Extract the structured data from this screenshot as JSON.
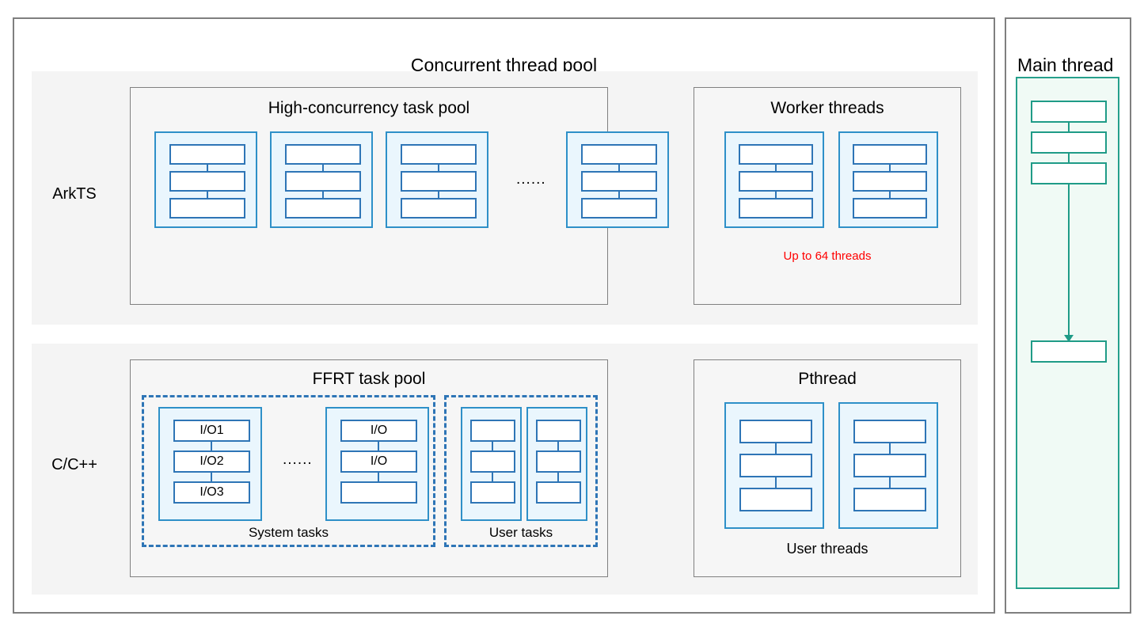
{
  "diagram": {
    "panels": {
      "concurrent": {
        "title": "Concurrent thread pool"
      },
      "main_thread": {
        "title": "Main thread"
      }
    },
    "lang_rows": [
      {
        "id": "arkts",
        "label": "ArkTS"
      },
      {
        "id": "cpp",
        "label": "C/C++"
      }
    ],
    "groups": {
      "high_concurrency": {
        "title": "High-concurrency task pool",
        "ellipsis": "......"
      },
      "worker_threads": {
        "title": "Worker threads",
        "footnote": "Up to 64 threads",
        "footnote_color": "#ff0000"
      },
      "ffrt": {
        "title": "FFRT task pool",
        "system_tasks_label": "System tasks",
        "user_tasks_label": "User tasks",
        "ellipsis": "......"
      },
      "pthread": {
        "title": "Pthread",
        "footnote": "User threads"
      }
    },
    "task_labels": {
      "io1": "I/O1",
      "io2": "I/O2",
      "io3": "I/O3",
      "io": "I/O",
      "empty": ""
    },
    "colors": {
      "frame_border": "#7f7f7f",
      "group_border": "#808080",
      "row_band": "#f4f4f4",
      "group_fill": "#f6f6f6",
      "thread_col_border": "#2e90c8",
      "thread_col_fill": "#eaf6fd",
      "task_border": "#2e75b6",
      "dashed_border": "#2e75b6",
      "teal_border": "#1f9b87",
      "teal_fill": "#f0faf5",
      "alert_text": "#ff0000"
    }
  }
}
